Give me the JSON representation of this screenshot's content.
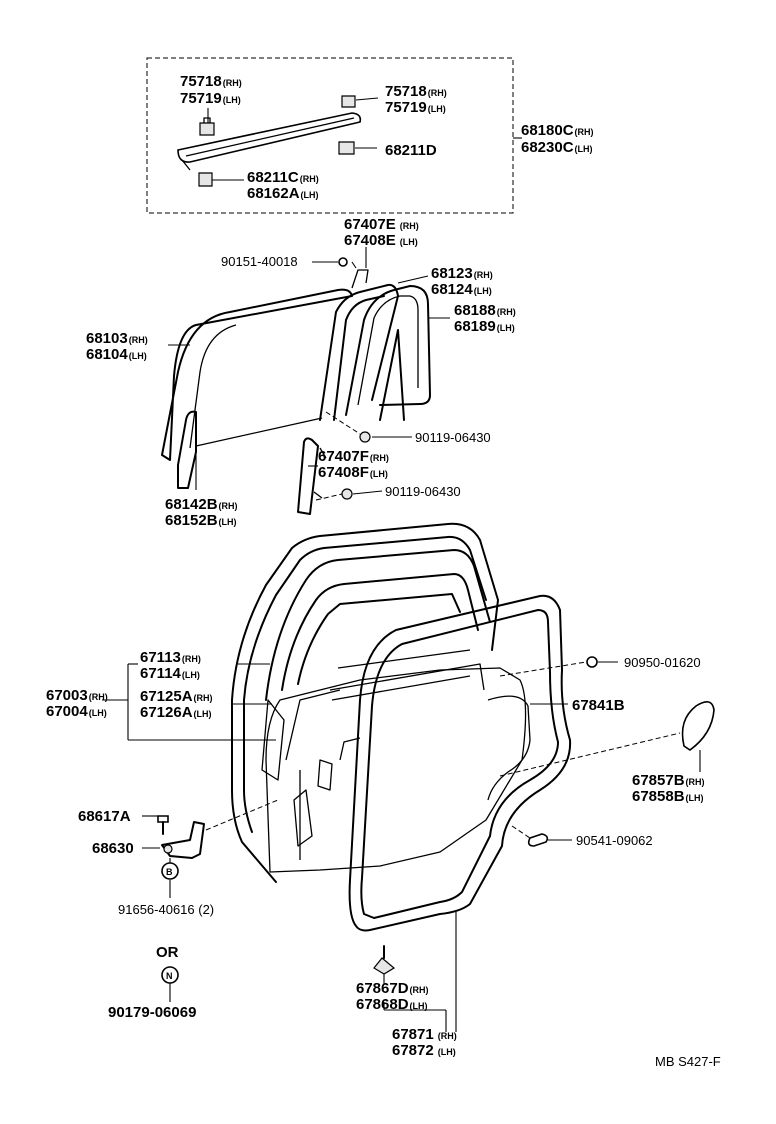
{
  "labels": {
    "a75718_tl": "75718",
    "a75718_tl_rh": "(RH)",
    "a75719_tl": "75719",
    "a75719_tl_lh": "(LH)",
    "a75718_tr": "75718",
    "a75718_tr_rh": "(RH)",
    "a75719_tr": "75719",
    "a75719_tr_lh": "(LH)",
    "a68180c": "68180C",
    "a68180c_rh": "(RH)",
    "a68230c": "68230C",
    "a68230c_lh": "(LH)",
    "a68211d": "68211D",
    "a68211c": "68211C",
    "a68211c_rh": "(RH)",
    "a68162a": "68162A",
    "a68162a_lh": "(LH)",
    "a67407e": "67407E",
    "a67407e_rh": "(RH)",
    "a67408e": "67408E",
    "a67408e_lh": "(LH)",
    "a90151": "90151-40018",
    "a68123": "68123",
    "a68123_rh": "(RH)",
    "a68124": "68124",
    "a68124_lh": "(LH)",
    "a68188": "68188",
    "a68188_rh": "(RH)",
    "a68189": "68189",
    "a68189_lh": "(LH)",
    "a68103": "68103",
    "a68103_rh": "(RH)",
    "a68104": "68104",
    "a68104_lh": "(LH)",
    "a90119a": "90119-06430",
    "a67407f": "67407F",
    "a67407f_rh": "(RH)",
    "a67408f": "67408F",
    "a67408f_lh": "(LH)",
    "a90119b": "90119-06430",
    "a68142b": "68142B",
    "a68142b_rh": "(RH)",
    "a68152b": "68152B",
    "a68152b_lh": "(LH)",
    "a67113": "67113",
    "a67113_rh": "(RH)",
    "a67114": "67114",
    "a67114_lh": "(LH)",
    "a67003": "67003",
    "a67003_rh": "(RH)",
    "a67004": "67004",
    "a67004_lh": "(LH)",
    "a67125a": "67125A",
    "a67125a_rh": "(RH)",
    "a67126a": "67126A",
    "a67126a_lh": "(LH)",
    "a90950": "90950-01620",
    "a67841b": "67841B",
    "a67857b": "67857B",
    "a67857b_rh": "(RH)",
    "a67858b": "67858B",
    "a67858b_lh": "(LH)",
    "a68617a": "68617A",
    "a68630": "68630",
    "a90541": "90541-09062",
    "b_circle": "B",
    "a91656": "91656-40616 (2)",
    "or_text": "OR",
    "n_circle": "N",
    "a90179": "90179-06069",
    "a67867d": "67867D",
    "a67867d_rh": "(RH)",
    "a67868d": "67868D",
    "a67868d_lh": "(LH)",
    "a67871": "67871",
    "a67871_rh": "(RH)",
    "a67872": "67872",
    "a67872_lh": "(LH)",
    "figure_code": "MB S427-F"
  }
}
